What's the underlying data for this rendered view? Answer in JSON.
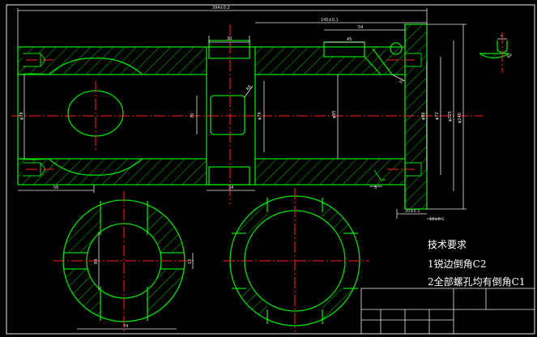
{
  "colors": {
    "background": "#000000",
    "outline": "#00e000",
    "centerline": "#ff2020",
    "dimension": "#e8e8e8",
    "note_text": "#ffffff"
  },
  "dimensions": {
    "overall_length": "394±0.2",
    "inner_length": "145±0.1",
    "slot_width": "30",
    "offset_54": "54",
    "offset_45": "45",
    "left_offset": "56",
    "window_height": "70",
    "window_bottom": "34",
    "side_diameter": "φ78",
    "bore_diameter": "φ95",
    "large_diameter": "φ86",
    "flange_a": "φ72",
    "flange_b": "φ225",
    "flange_c": "φ240",
    "chamfer_r": "R8",
    "angle": "30",
    "small_3": "3",
    "bottom_a": "20±0.1",
    "bottom_b": "10±0.1",
    "detail_4": "4",
    "detail_angle": "60",
    "section_height": "84",
    "section_width": "74",
    "section_depth": "12"
  },
  "notes": {
    "title": "技术要求",
    "line1": "1锐边倒角C2",
    "line2": "2全部螺孔均有倒角C1"
  }
}
